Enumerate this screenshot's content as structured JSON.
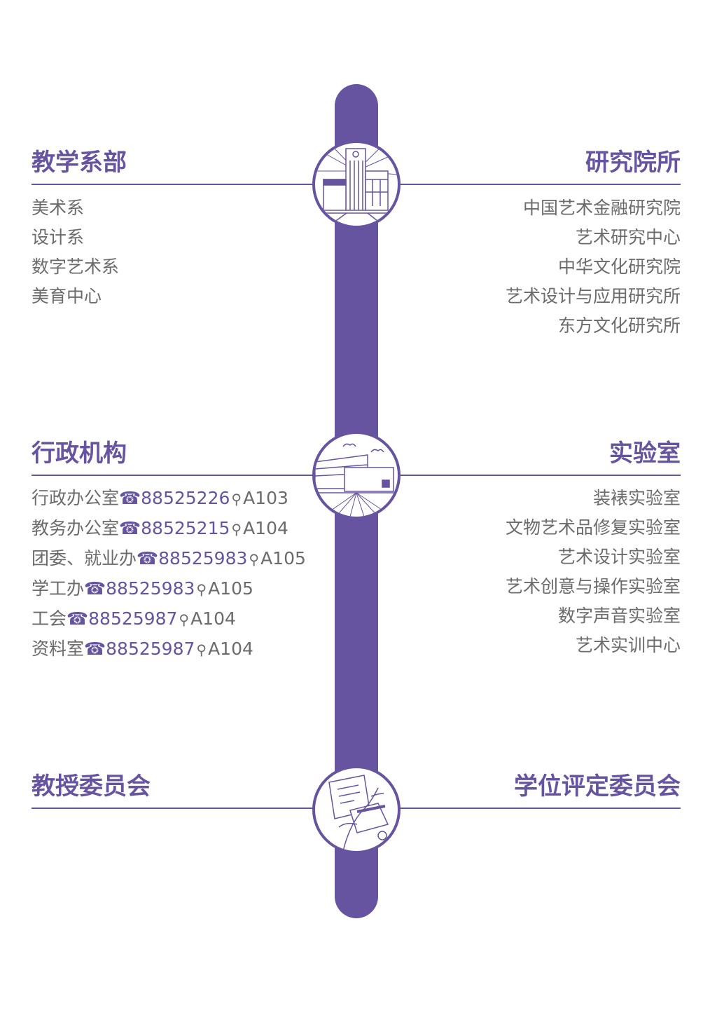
{
  "sections": {
    "teaching": {
      "title": "教学系部",
      "items": [
        "美术系",
        "设计系",
        "数字艺术系",
        "美育中心"
      ]
    },
    "research": {
      "title": "研究院所",
      "items": [
        "中国艺术金融研究院",
        "艺术研究中心",
        "中华文化研究院",
        "艺术设计与应用研究所",
        "东方文化研究所"
      ]
    },
    "admin": {
      "title": "行政机构",
      "items": [
        {
          "name": "行政办公室",
          "phone": "88525226",
          "room": "A103"
        },
        {
          "name": "教务办公室",
          "phone": "88525215",
          "room": "A104"
        },
        {
          "name": "团委、就业办",
          "phone": "88525983",
          "room": "A105"
        },
        {
          "name": "学工办",
          "phone": "88525983",
          "room": "A105"
        },
        {
          "name": "工会",
          "phone": "88525987",
          "room": "A104"
        },
        {
          "name": "资料室",
          "phone": "88525987",
          "room": "A104"
        }
      ]
    },
    "labs": {
      "title": "实验室",
      "items": [
        "装裱实验室",
        "文物艺术品修复实验室",
        "艺术设计实验室",
        "艺术创意与操作实验室",
        "数字声音实验室",
        "艺术实训中心"
      ]
    },
    "professors": {
      "title": "教授委员会"
    },
    "degree": {
      "title": "学位评定委员会"
    }
  },
  "icons": {
    "phone": "☎",
    "location": "⚲"
  },
  "colors": {
    "accent": "#6654a0",
    "text": "#6b6b6b"
  }
}
